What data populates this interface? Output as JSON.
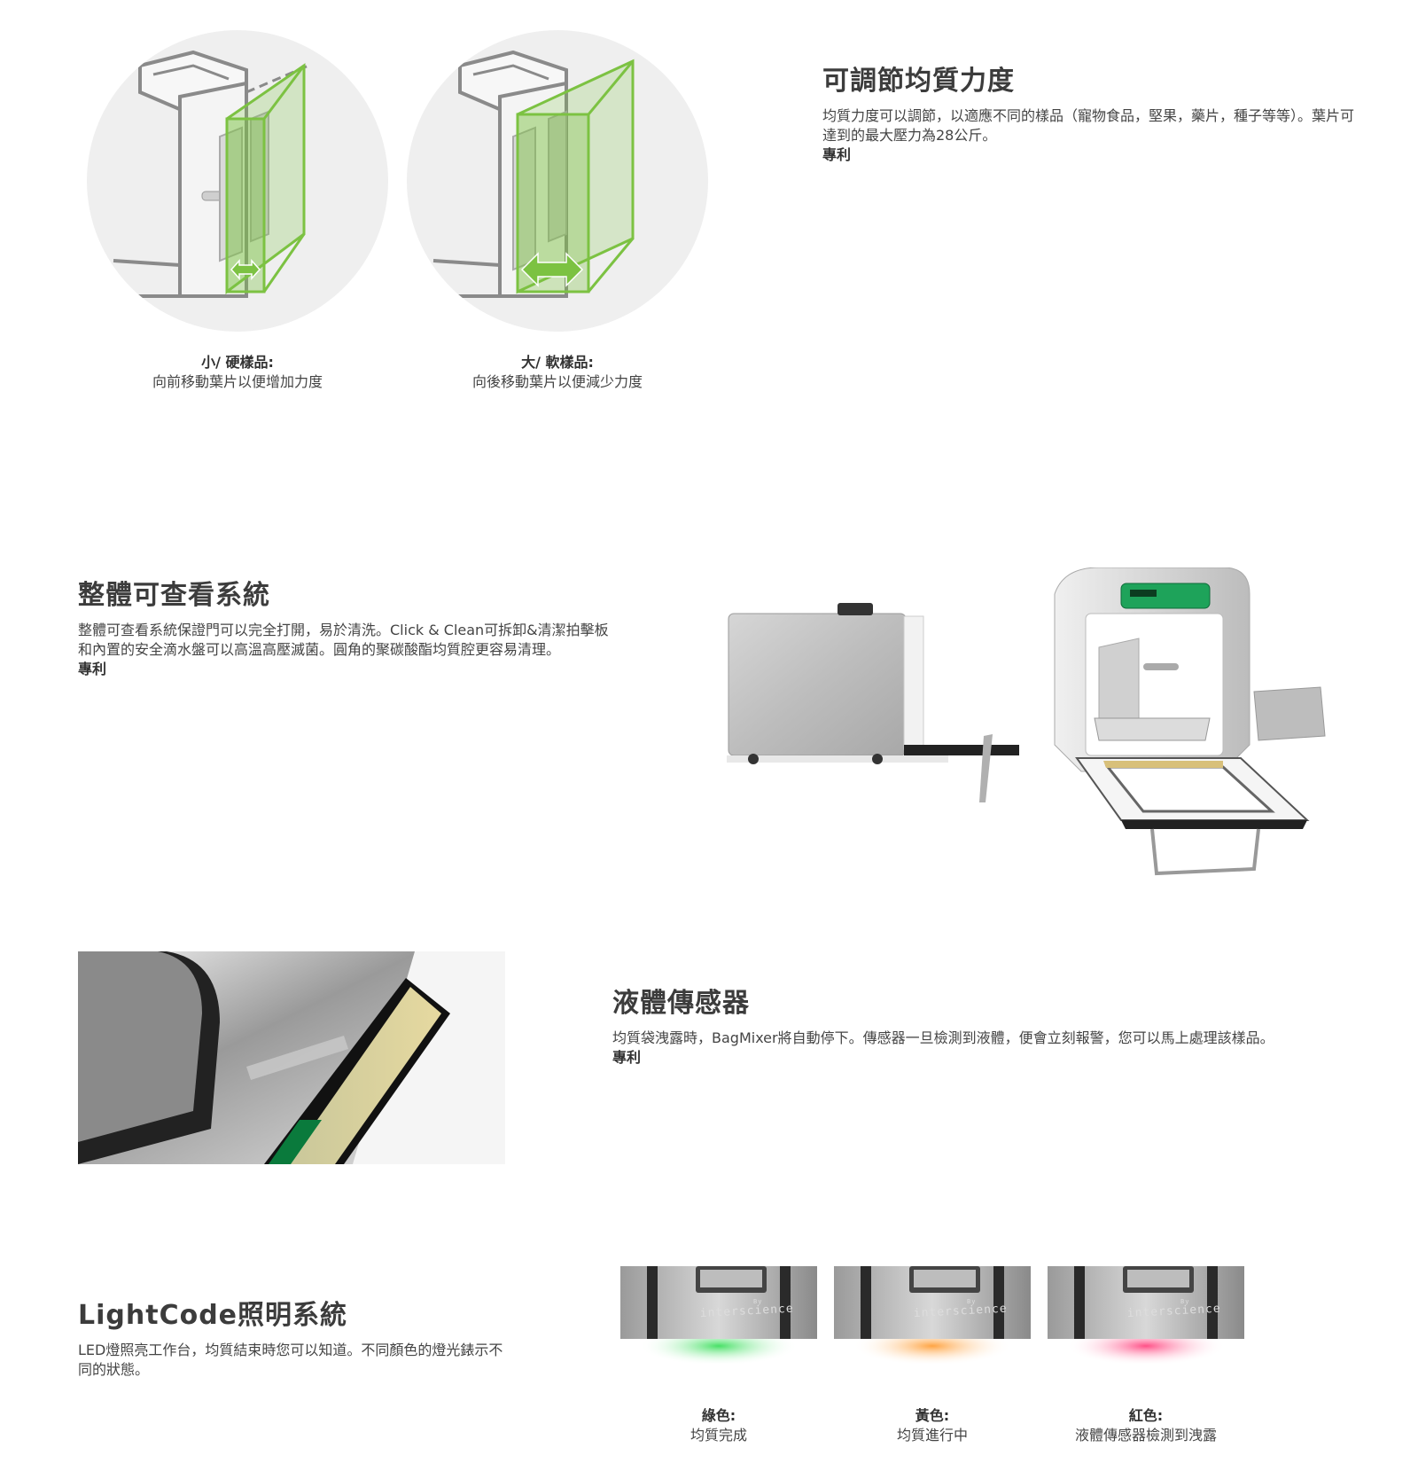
{
  "section_force": {
    "title": "可調節均質力度",
    "body": "均質力度可以調節，以適應不同的樣品（寵物食品，堅果，藥片，種子等等）。葉片可達到的最大壓力為28公斤。",
    "patent": "專利",
    "captions": [
      {
        "title": "小/ 硬樣品:",
        "text": "向前移動葉片以便增加力度"
      },
      {
        "title": "大/ 軟樣品:",
        "text": "向後移動葉片以便減少力度"
      }
    ]
  },
  "section_view": {
    "title": "整體可查看系統",
    "body": "整體可查看系統保證門可以完全打開，易於清洗。Click & Clean可拆卸&清潔拍擊板和內置的安全滴水盤可以高溫高壓滅菌。圓角的聚碳酸酯均質腔更容易清理。",
    "patent": "專利"
  },
  "section_sensor": {
    "title": "液體傳感器",
    "body": "均質袋洩露時，BagMixer將自動停下。傳感器一旦檢測到液體，便會立刻報警，您可以馬上處理該樣品。",
    "patent": "專利"
  },
  "section_light": {
    "title": "LightCode照明系統",
    "body": "LED燈照亮工作台，均質結束時您可以知道。不同顏色的燈光錶示不同的狀態。",
    "brand": "interscience",
    "brand_small": "By",
    "states": [
      {
        "title": "綠色:",
        "text": "均質完成",
        "color": "#33dd55"
      },
      {
        "title": "黃色:",
        "text": "均質進行中",
        "color": "#ff9a2e"
      },
      {
        "title": "紅色:",
        "text": "液體傳感器檢測到洩露",
        "color": "#ff3d7a"
      }
    ]
  },
  "colors": {
    "accent_green": "#7cc242",
    "panel_green": "#1ea35a",
    "circle_bg": "#efefef"
  }
}
